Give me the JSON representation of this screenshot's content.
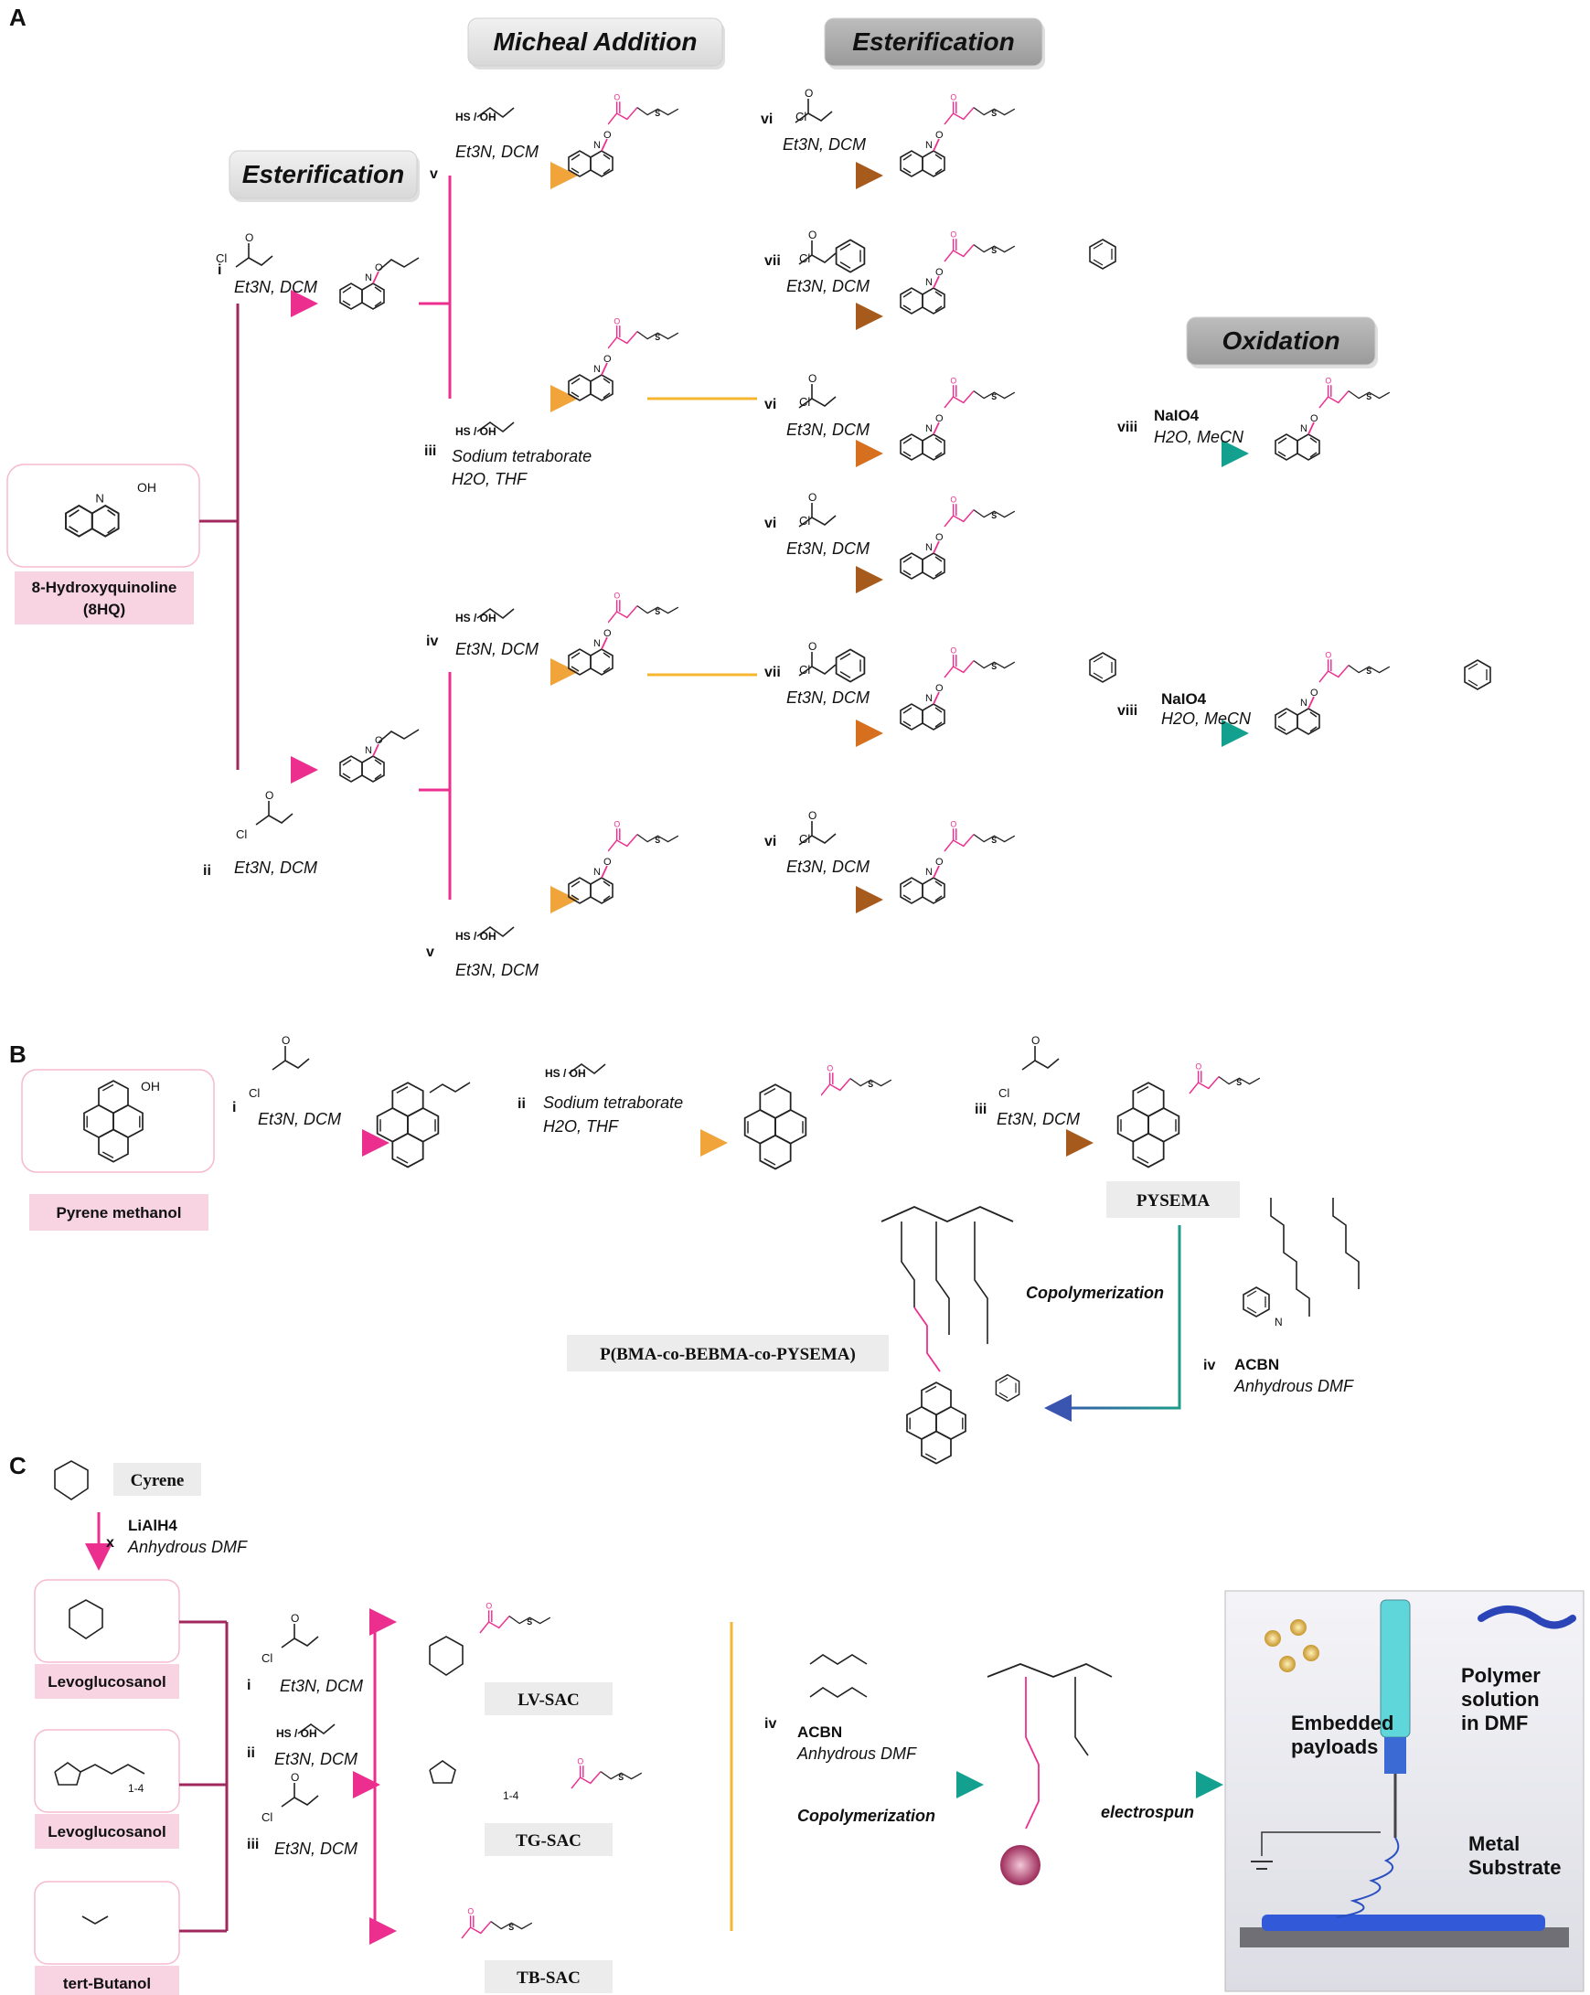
{
  "panels": {
    "a": "A",
    "b": "B",
    "c": "C"
  },
  "headers": {
    "esterification_1": "Esterification",
    "micheal_addition": "Micheal Addition",
    "esterification_2": "Esterification",
    "oxidation": "Oxidation"
  },
  "panel_a": {
    "start_label_line1": "8-Hydroxyquinoline",
    "start_label_line2": "(8HQ)",
    "start_oh": "OH",
    "steps": [
      {
        "num": "i",
        "reagent": "Cl",
        "conditions": "Et3N, DCM"
      },
      {
        "num": "ii",
        "reagent": "Cl",
        "conditions": "Et3N, DCM"
      },
      {
        "num": "v",
        "reagent": "HS / OH",
        "conditions": "Et3N, DCM"
      },
      {
        "num": "iii",
        "reagent": "HS / OH",
        "conditions": "Sodium tetraborate",
        "conditions2": "H2O, THF"
      },
      {
        "num": "iv",
        "reagent": "HS / OH",
        "conditions": "Et3N, DCM"
      },
      {
        "num": "v",
        "reagent": "HS / OH",
        "conditions": "Et3N, DCM"
      },
      {
        "num": "vi",
        "reagent": "Cl",
        "conditions": "Et3N, DCM"
      },
      {
        "num": "vii",
        "reagent": "Cl",
        "conditions": "Et3N, DCM"
      },
      {
        "num": "vi",
        "reagent": "Cl",
        "conditions": "Et3N, DCM"
      },
      {
        "num": "viii",
        "reagent": "NaIO4",
        "conditions": "H2O, MeCN"
      },
      {
        "num": "vi",
        "reagent": "Cl",
        "conditions": "Et3N, DCM"
      },
      {
        "num": "vii",
        "reagent": "Cl",
        "conditions": "Et3N, DCM"
      },
      {
        "num": "viii",
        "reagent": "NaIO4",
        "conditions": "H2O, MeCN"
      },
      {
        "num": "vi",
        "reagent": "Cl",
        "conditions": "Et3N, DCM"
      }
    ]
  },
  "panel_b": {
    "start_label": "Pyrene methanol",
    "start_oh": "OH",
    "step_i": {
      "num": "i",
      "reagent": "Cl",
      "conditions": "Et3N, DCM"
    },
    "step_ii": {
      "num": "ii",
      "reagent": "HS / OH",
      "conditions": "Sodium tetraborate",
      "conditions2": "H2O, THF"
    },
    "step_iii": {
      "num": "iii",
      "reagent": "Cl",
      "conditions": "Et3N, DCM"
    },
    "product_label": "PYSEMA",
    "polymer_label": "P(BMA-co-BEBMA-co-PYSEMA)",
    "copolymerization": "Copolymerization",
    "acbn": "ACBN",
    "step_iv_num": "iv",
    "step_iv_conditions": "Anhydrous DMF"
  },
  "panel_c": {
    "cyrene": "Cyrene",
    "step_x": {
      "num": "x",
      "reagent": "LiAlH4",
      "conditions": "Anhydrous DMF"
    },
    "start_labels": [
      "Levoglucosanol",
      "Levoglucosanol",
      "tert-Butanol"
    ],
    "repeat_unit": "1-4",
    "steps": [
      {
        "num": "i",
        "reagent": "Cl",
        "conditions": "Et3N, DCM"
      },
      {
        "num": "ii",
        "reagent": "HS / OH",
        "conditions": "Et3N, DCM"
      },
      {
        "num": "iii",
        "reagent": "Cl",
        "conditions": "Et3N, DCM"
      }
    ],
    "products": [
      "LV-SAC",
      "TG-SAC",
      "TB-SAC"
    ],
    "step_iv_num": "iv",
    "acbn": "ACBN",
    "step_iv_conditions": "Anhydrous DMF",
    "copolymerization": "Copolymerization",
    "electrospun": "electrospun",
    "photo_labels": {
      "embedded": [
        "Embedded",
        "payloads"
      ],
      "polymer": [
        "Polymer",
        "solution",
        "in DMF"
      ],
      "metal": [
        "Metal",
        "Substrate"
      ]
    }
  }
}
